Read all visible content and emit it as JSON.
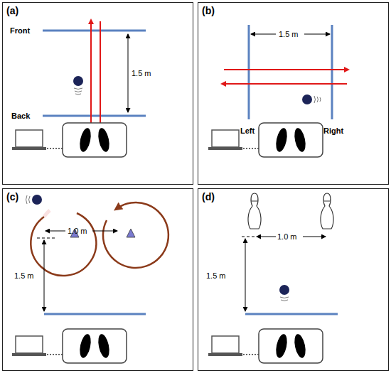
{
  "diagram": {
    "nodes": [
      {
        "text": [
          "(a)"
        ]
      },
      {
        "text": [
          "(b)"
        ]
      },
      {
        "text": [
          "(c)"
        ]
      },
      {
        "text": [
          "(d)"
        ]
      }
    ],
    "labels": [
      "Front",
      "1.5 m",
      "Back",
      "1.5 m",
      "Left",
      "Right",
      "1.0 m",
      "1.5 m",
      "1.0 m",
      "1.5 m"
    ]
  }
}
